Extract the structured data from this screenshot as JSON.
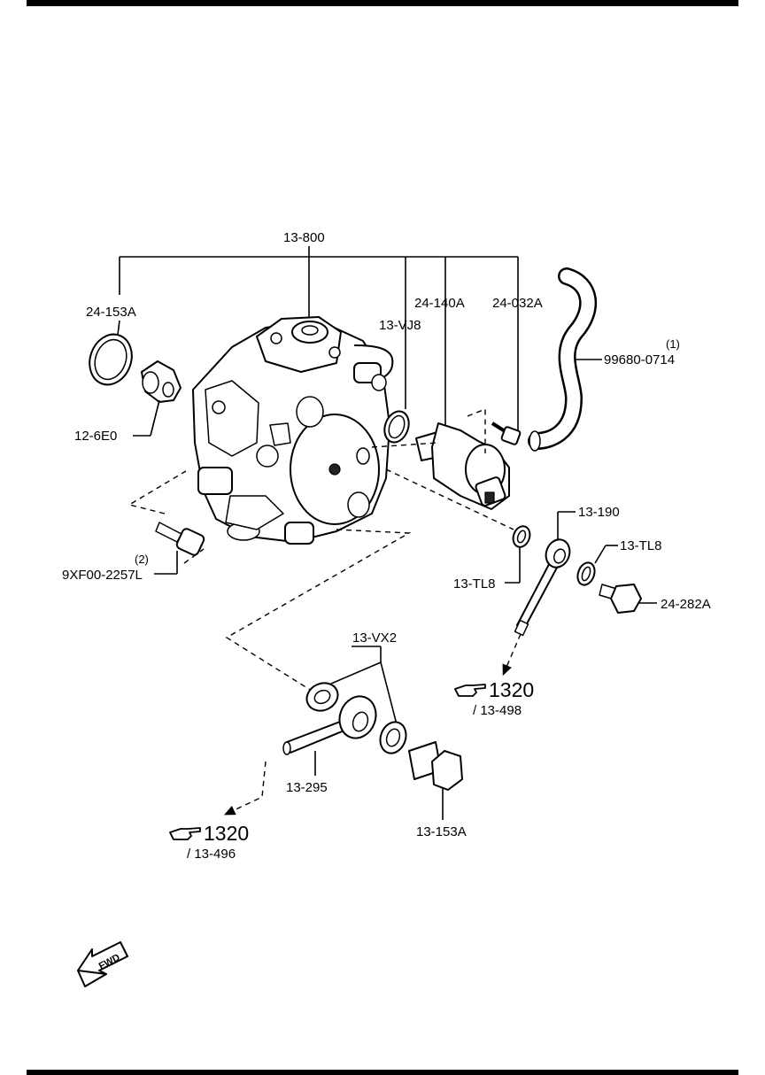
{
  "parts": {
    "pump_assembly": "13-800",
    "o_ring_left": "24-153A",
    "fitting": "12-6E0",
    "o_ring_pcv": "13-VJ8",
    "pcv_valve": "24-140A",
    "pcv_bolt": "24-032A",
    "hose_qty": "(1)",
    "hose": "99680-0714",
    "pipe_fitting": "13-190",
    "washer_right": "13-TL8",
    "washer_pump": "13-TL8",
    "banjo_bolt": "24-282A",
    "bolt_qty": "(2)",
    "bolt": "9XF00-2257L",
    "washers_lower": "13-VX2",
    "pipe_lower": "13-295",
    "plug": "13-153A"
  },
  "references": [
    {
      "section": "1320",
      "sub": "/ 13-498"
    },
    {
      "section": "1320",
      "sub": "/ 13-496"
    }
  ],
  "fwd_label": "FWD",
  "colors": {
    "line": "#000000",
    "background": "#ffffff"
  }
}
